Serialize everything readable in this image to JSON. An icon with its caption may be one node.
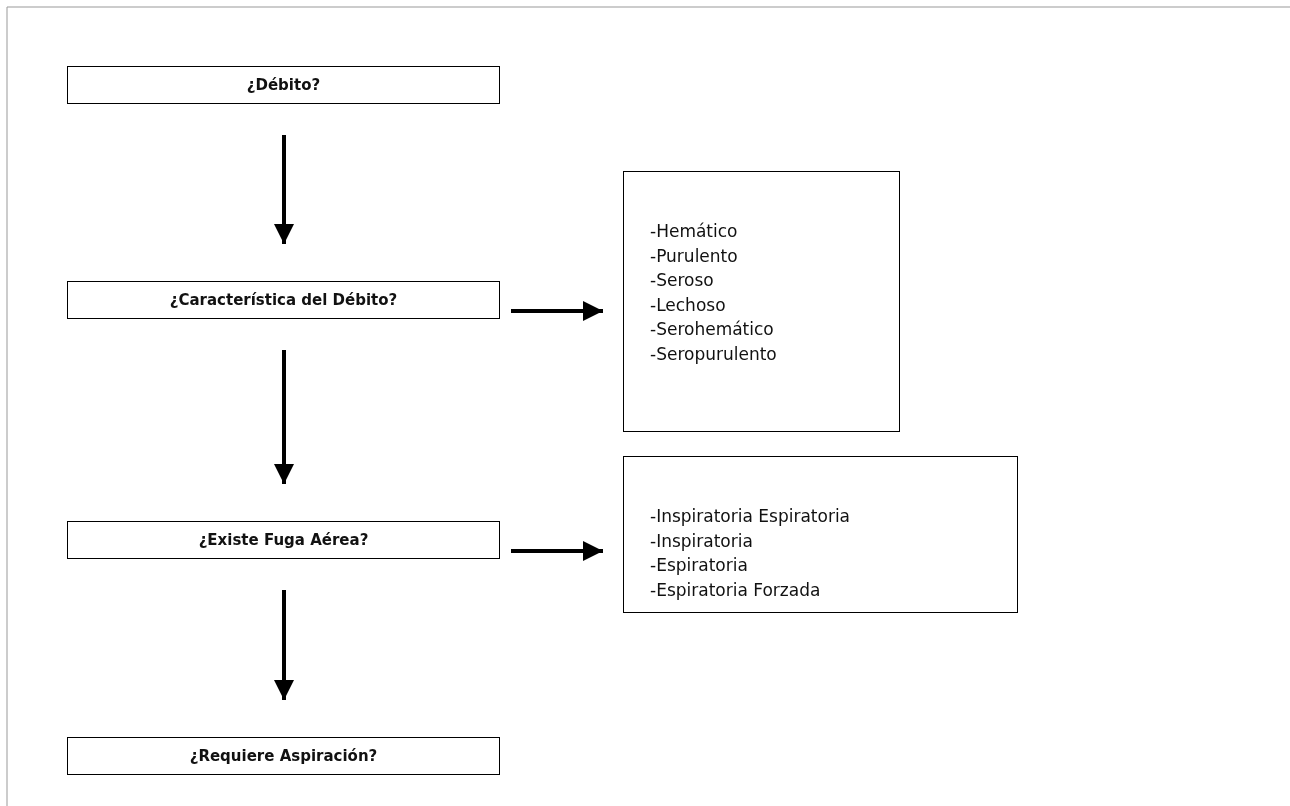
{
  "diagram": {
    "nodes": [
      {
        "text": [
          "¿Débito?"
        ]
      },
      {
        "text": [
          "¿Característica del Débito?"
        ]
      },
      {
        "text": [
          "-Hemático",
          "-Purulento",
          "-Seroso",
          "-Lechoso",
          "-Serohemático",
          "-Seropurulento"
        ]
      },
      {
        "text": [
          "¿Existe Fuga Aérea?"
        ]
      },
      {
        "text": [
          "-Inspiratoria Espiratoria",
          "-Inspiratoria",
          "-Espiratoria",
          "-Espiratoria Forzada"
        ]
      },
      {
        "text": [
          "¿Requiere Aspiración?"
        ]
      }
    ],
    "edges": [
      {
        "from": 0,
        "to": 1,
        "arrow": "to"
      },
      {
        "from": 1,
        "to": 2,
        "arrow": "to"
      },
      {
        "from": 1,
        "to": 3,
        "arrow": "to"
      },
      {
        "from": 3,
        "to": 4,
        "arrow": "to"
      },
      {
        "from": 3,
        "to": 5,
        "arrow": "to"
      }
    ]
  }
}
